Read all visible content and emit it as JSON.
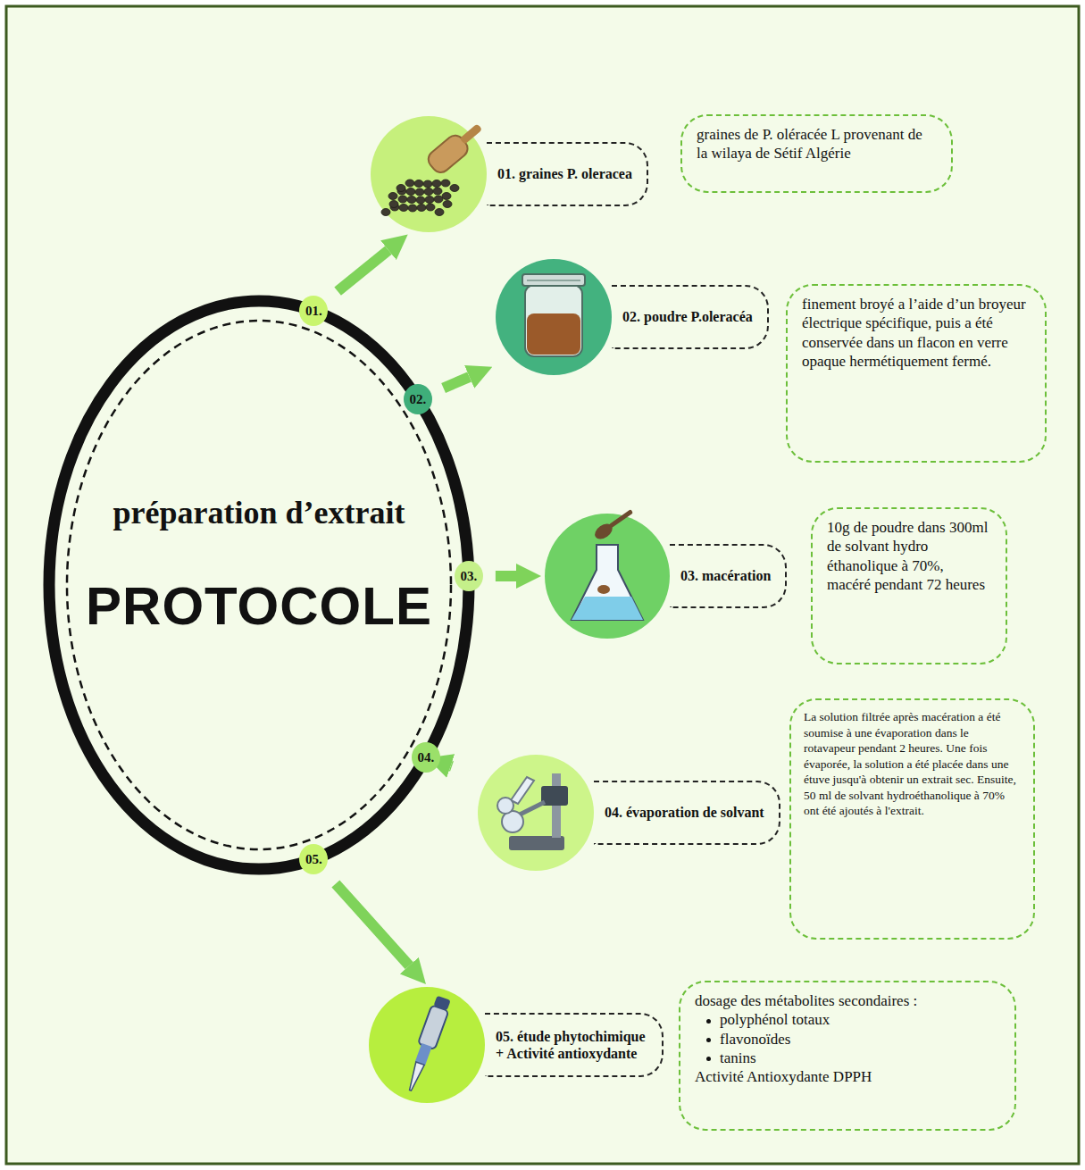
{
  "diagram": {
    "nodes": [
      {
        "text": [
          "préparation d’extrait",
          "PROTOCOLE"
        ]
      },
      {
        "text": [
          "01."
        ]
      },
      {
        "text": [
          "01. graines P. oleracea"
        ]
      },
      {
        "text": [
          "graines de P. oléracée L provenant de la wilaya de Sétif Algérie"
        ]
      },
      {
        "text": [
          "02."
        ]
      },
      {
        "text": [
          "02. poudre P.oleracéa"
        ]
      },
      {
        "text": [
          "finement broyé a l’aide d’un broyeur électrique spécifique, puis a été conservée dans un flacon en verre opaque hermétiquement fermé."
        ]
      },
      {
        "text": [
          "03."
        ]
      },
      {
        "text": [
          "03. macération"
        ]
      },
      {
        "text": [
          "10g de poudre dans 300ml de solvant hydro éthanolique à 70%, macéré pendant 72 heures"
        ]
      },
      {
        "text": [
          "04."
        ]
      },
      {
        "text": [
          "04. évaporation de solvant"
        ]
      },
      {
        "text": [
          "La solution filtrée après macération a été soumise à une évaporation dans le rotavapeur pendant 2 heures. Une fois évaporée, la solution a été placée dans une étuve jusqu'à obtenir un extrait sec. Ensuite, 50 ml de solvant hydroéthanolique à 70% ont été ajoutés à l'extrait."
        ]
      },
      {
        "text": [
          "05."
        ]
      },
      {
        "text": [
          "05. étude phytochimique + Activité antioxydante"
        ]
      },
      {
        "text": [
          "dosage des métabolites secondaires :",
          "polyphénol totaux",
          "flavonoïdes",
          "tanins",
          "Activité Antioxydante DPPH"
        ]
      }
    ],
    "edges": [
      {
        "from": 1,
        "to": 2,
        "arrow": "to"
      },
      {
        "from": 4,
        "to": 5,
        "arrow": "to"
      },
      {
        "from": 7,
        "to": 8,
        "arrow": "to"
      },
      {
        "from": 10,
        "to": 11,
        "arrow": "to"
      },
      {
        "from": 13,
        "to": 14,
        "arrow": "to"
      }
    ]
  }
}
